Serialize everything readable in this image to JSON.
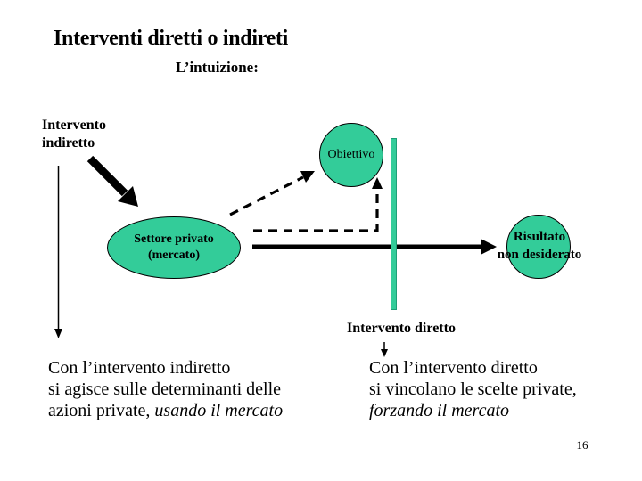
{
  "slide": {
    "title": "Interventi diretti o indireti",
    "subtitle": "L’intuizione:",
    "page_number": "16"
  },
  "diagram": {
    "indirect_intervention": {
      "line1": "Intervento",
      "line2": "indiretto"
    },
    "objective_label": "Obiettivo",
    "private_sector": {
      "line1": "Settore privato",
      "line2": "(mercato)"
    },
    "undesired_result": {
      "line1": "Risultato",
      "line2": "non desiderato"
    },
    "direct_intervention_label": "Intervento diretto",
    "colors": {
      "shape_fill": "#33CC99",
      "shape_stroke": "#000000",
      "arrow_color": "#000000"
    }
  },
  "notes": {
    "left": {
      "line1": "Con l’intervento indiretto",
      "line2": "si agisce sulle determinanti delle",
      "line3_regular": "azioni private, ",
      "line3_italic": "usando il mercato"
    },
    "right": {
      "line1": "Con l’intervento diretto",
      "line2": "si vincolano le scelte private,",
      "line3_italic": "forzando il mercato"
    }
  }
}
